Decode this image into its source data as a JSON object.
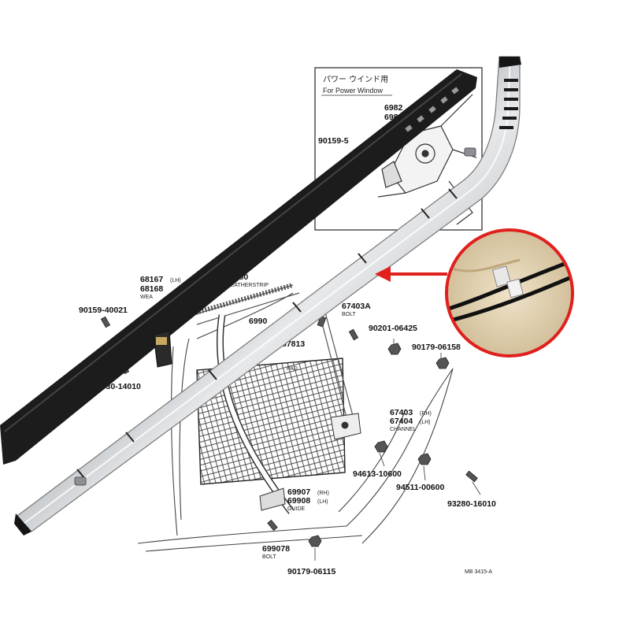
{
  "diagram": {
    "inset_box": {
      "title_jp": "パワー ウインド用",
      "title_en": "For Power Window",
      "partial_codes": [
        "6982",
        "698"
      ],
      "bolt_code": "90159-5"
    },
    "callouts": [
      {
        "id": "weatherstrip-outer",
        "codes": [
          "68167",
          "68168"
        ],
        "suffix": [
          "(LH)",
          ""
        ],
        "desc": "WEA"
      },
      {
        "id": "weatherstrip-inner",
        "codes": [
          "68180"
        ],
        "desc": "WEATHERSTRIP"
      },
      {
        "id": "pad",
        "codes": [
          "67813"
        ],
        "desc": "PAD",
        "partial": "6990"
      },
      {
        "id": "bolt-1",
        "codes": [
          "67403A"
        ],
        "desc": "BOLT"
      },
      {
        "id": "screw-1",
        "codes": [
          "90159-40021"
        ]
      },
      {
        "id": "nut-1",
        "codes": [
          "90201-06425"
        ]
      },
      {
        "id": "nut-2",
        "codes": [
          "90179-06158"
        ]
      },
      {
        "id": "screw-2",
        "codes": [
          "93530-14010"
        ]
      },
      {
        "id": "channel",
        "codes": [
          "67403",
          "67404"
        ],
        "sides": [
          "(RH)",
          "(LH)"
        ],
        "desc": "CHANNEL"
      },
      {
        "id": "nut-3",
        "codes": [
          "94613-10600"
        ]
      },
      {
        "id": "nut-4",
        "codes": [
          "94511-00600"
        ]
      },
      {
        "id": "screw-3",
        "codes": [
          "93280-16010"
        ]
      },
      {
        "id": "guide",
        "codes": [
          "69907",
          "69908"
        ],
        "sides": [
          "(RH)",
          "(LH)"
        ],
        "desc": "GUIDE"
      },
      {
        "id": "bolt-2",
        "codes": [
          "699078"
        ],
        "desc": "BOLT"
      },
      {
        "id": "nut-5",
        "codes": [
          "90179-06115"
        ]
      }
    ],
    "footer_code": "MB 3415-A"
  },
  "colors": {
    "felt": "#1c1c1c",
    "chrome": "#c9ccd0",
    "arrow": "#e0201c",
    "inset_ring": "#e0201c"
  }
}
